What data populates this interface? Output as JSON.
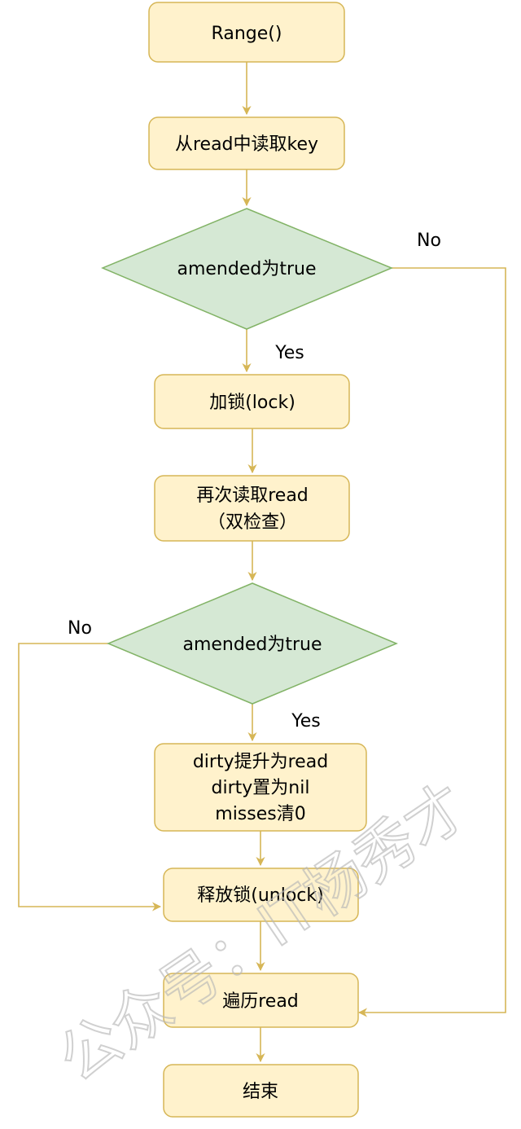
{
  "nodes": {
    "range": "Range()",
    "read_key": "从read中读取key",
    "decision1": "amended为true",
    "lock": "加锁(lock)",
    "reread_line1": "再次读取read",
    "reread_line2": "（双检查）",
    "decision2": "amended为true",
    "promote_line1": "dirty提升为read",
    "promote_line2": "dirty置为nil",
    "promote_line3": "misses清0",
    "unlock": "释放锁(unlock)",
    "iterate": "遍历read",
    "end": "结束"
  },
  "labels": {
    "d1_no": "No",
    "d1_yes": "Yes",
    "d2_no": "No",
    "d2_yes": "Yes"
  },
  "watermark": "公众号：IT杨秀才",
  "colors": {
    "process_fill": "#fff2cc",
    "process_stroke": "#d6b656",
    "decision_fill": "#d5e8d4",
    "decision_stroke": "#82b366"
  }
}
